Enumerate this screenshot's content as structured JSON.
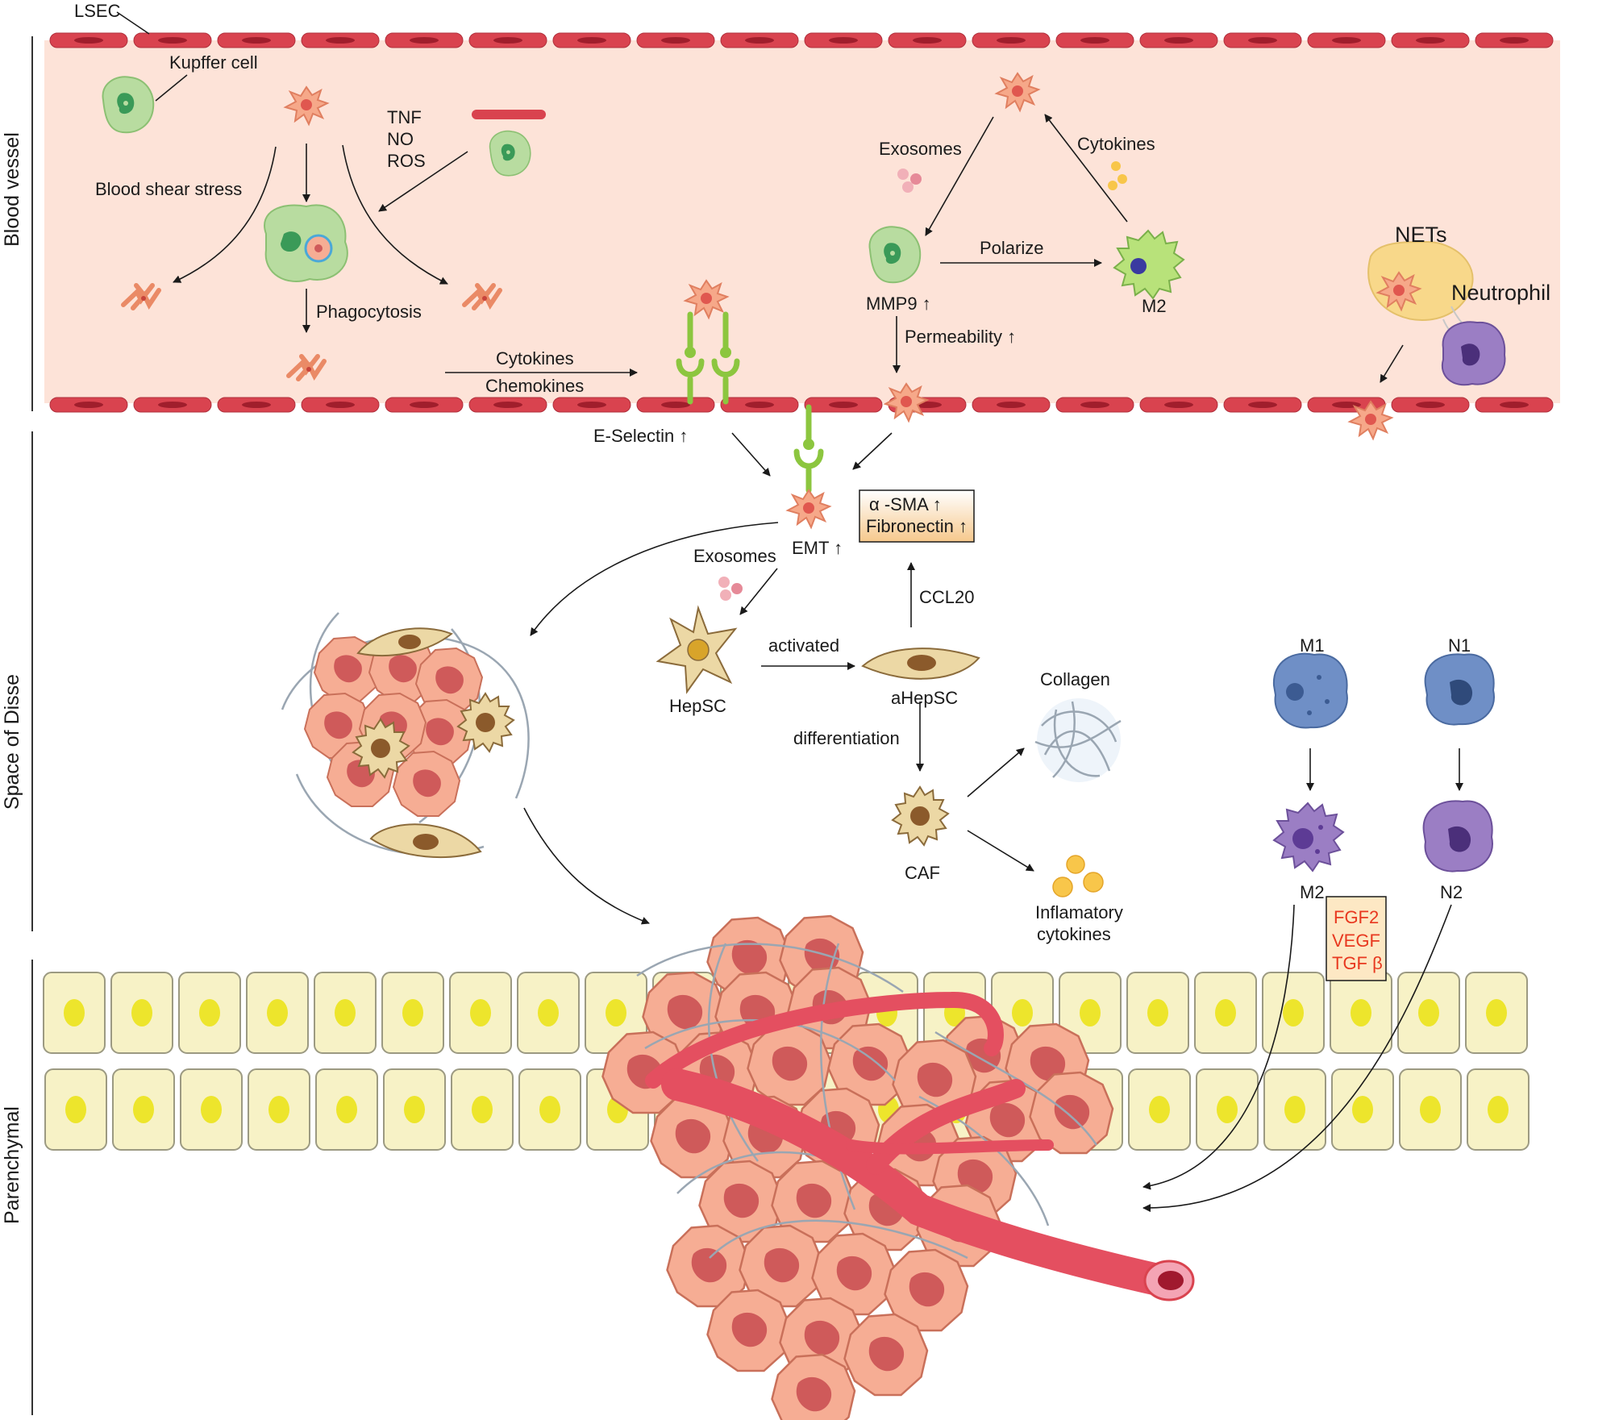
{
  "sections": {
    "blood_vessel": "Blood vessel",
    "space_of_disse": "Space of Disse",
    "parenchymal": "Parenchymal"
  },
  "labels": {
    "lsec": "LSEC",
    "kupffer_cell": "Kupffer cell",
    "tnf": "TNF",
    "no": "NO",
    "ros": "ROS",
    "blood_shear_stress": "Blood shear stress",
    "phagocytosis": "Phagocytosis",
    "cytokines_1": "Cytokines",
    "chemokines": "Chemokines",
    "e_selectin": "E-Selectin ↑",
    "exosomes_1": "Exosomes",
    "cytokines_2": "Cytokines",
    "polarize": "Polarize",
    "mmp9": "MMP9 ↑",
    "m2_top": "M2",
    "permeability": "Permeability ↑",
    "nets": "NETs",
    "neutrophil": "Neutrophil",
    "emt": "EMT ↑",
    "asma": "α -SMA ↑",
    "fibronectin": "Fibronectin ↑",
    "exosomes_2": "Exosomes",
    "ccl20": "CCL20",
    "hepsc": "HepSC",
    "activated": "activated",
    "ahepsc": "aHepSC",
    "differentiation": "differentiation",
    "collagen": "Collagen",
    "caf": "CAF",
    "inflammatory_line1": "Inflamatory",
    "inflammatory_line2": "cytokines",
    "m1": "M1",
    "n1": "N1",
    "m2_bottom": "M2",
    "n2": "N2",
    "fgf2": "FGF2",
    "vegf": "VEGF",
    "tgfb": "TGF β"
  },
  "colors": {
    "vessel_fill": "#fde3d8",
    "endothelium": "#d9434f",
    "tumor_cell": "#f6ad94",
    "tumor_nucleus": "#cf5a5a",
    "kupffer": "#b8dca0",
    "stellate": "#ecd8a5",
    "hepatocyte": "#f7f2c6",
    "hepatocyte_nucleus": "#ede52c",
    "growth_factor_text": "#e8381f",
    "adhesion": "#8cc63f"
  }
}
